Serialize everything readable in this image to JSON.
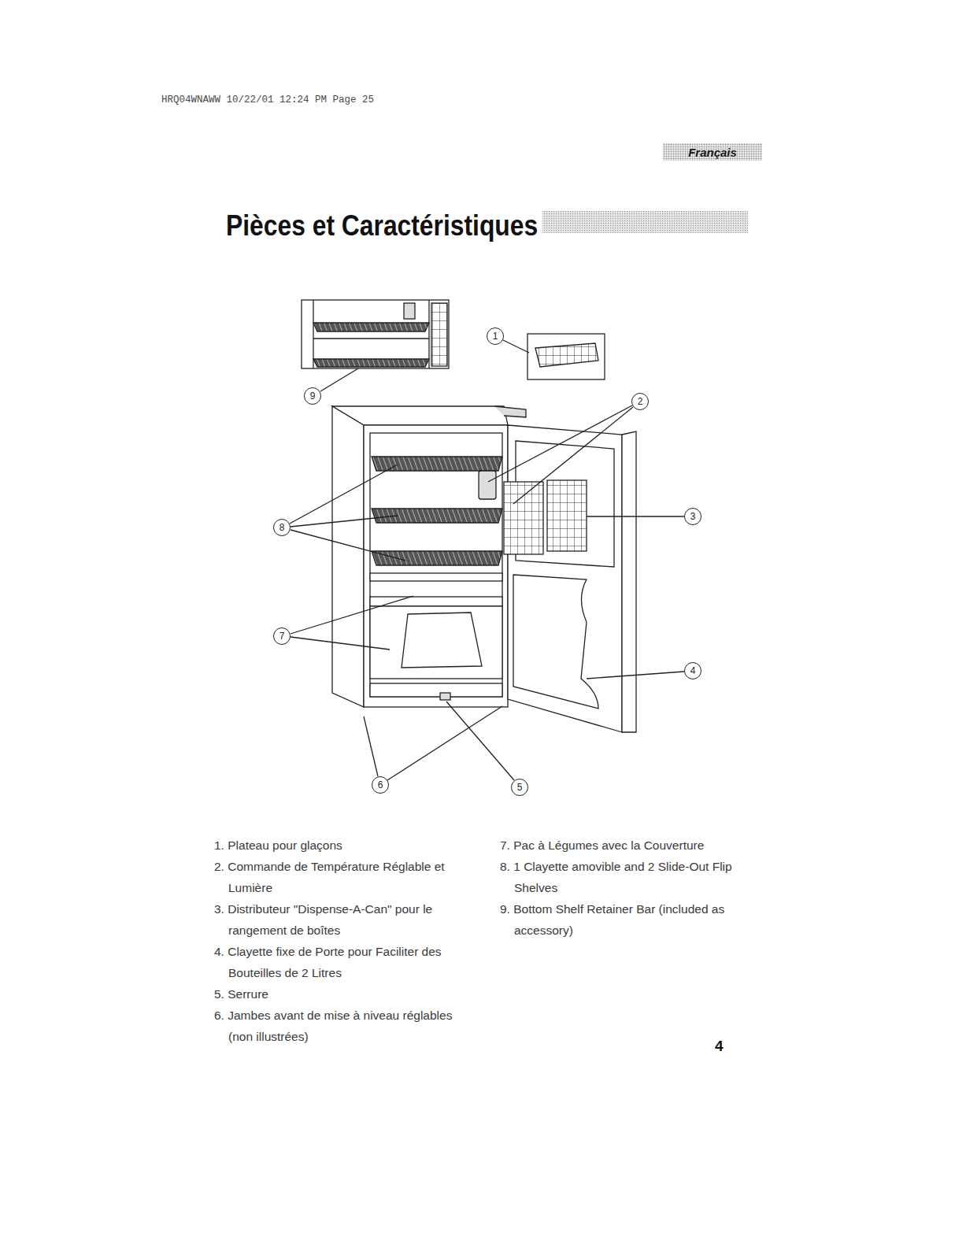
{
  "diagram": {
    "title": "Pièces et Caractéristiques",
    "nodes": [
      {
        "text": [
          "Français"
        ]
      },
      {
        "text": [
          "1"
        ]
      },
      {
        "text": [
          "9"
        ]
      },
      {
        "text": [
          "2"
        ]
      },
      {
        "text": [
          "3"
        ]
      },
      {
        "text": [
          "8"
        ]
      },
      {
        "text": [
          "7"
        ]
      },
      {
        "text": [
          "4"
        ]
      },
      {
        "text": [
          "6"
        ]
      },
      {
        "text": [
          "5"
        ]
      }
    ],
    "labels": [
      "HRQ04WNAWW 10/22/01 12:24 PM Page 25",
      "1. Plateau pour glaçons",
      "2. Commande de Température Réglable et Lumière",
      "3. Distributeur \"Dispense-A-Can\" pour le rangement de boîtes",
      "4. Clayette fixe de Porte pour Faciliter des Bouteilles de 2 Litres",
      "5. Serrure",
      "6. Jambes avant de mise à niveau réglables (non illustrées)",
      "7. Pac à Légumes avec la Couverture",
      "8. 1 Clayette amovible and 2 Slide-Out Flip Shelves",
      "9. Bottom Shelf Retainer Bar (included as accessory)",
      "4"
    ]
  }
}
